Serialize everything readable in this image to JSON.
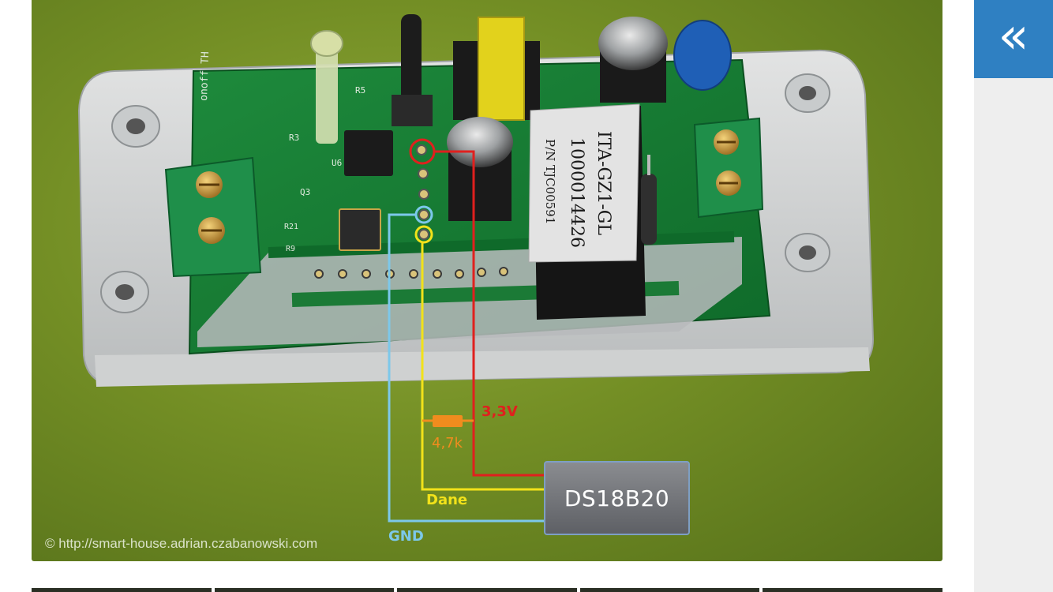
{
  "image": {
    "watermark": "© http://smart-house.adrian.czabanowski.com",
    "silkscreen": {
      "brand": "onoff TH",
      "r3": "R3",
      "r5": "R5",
      "u6": "U6",
      "q3": "Q3",
      "r21": "R21",
      "r9": "R9",
      "relay_line1": "ITA-GZ1-GL",
      "relay_line2": "1000014426",
      "relay_line3": "P/N TJC00591"
    },
    "wires": {
      "vcc_label": "3,3V",
      "resistor_label": "4,7k",
      "data_label": "Dane",
      "gnd_label": "GND"
    },
    "sensor_label": "DS18B20",
    "colors": {
      "vcc": "#e0201e",
      "data": "#f2e21a",
      "gnd": "#7cc8ea",
      "resistor": "#f08c1e"
    }
  },
  "sidebar": {
    "collapse_icon": "double-chevron-left-icon",
    "collapse_glyph": "«"
  }
}
